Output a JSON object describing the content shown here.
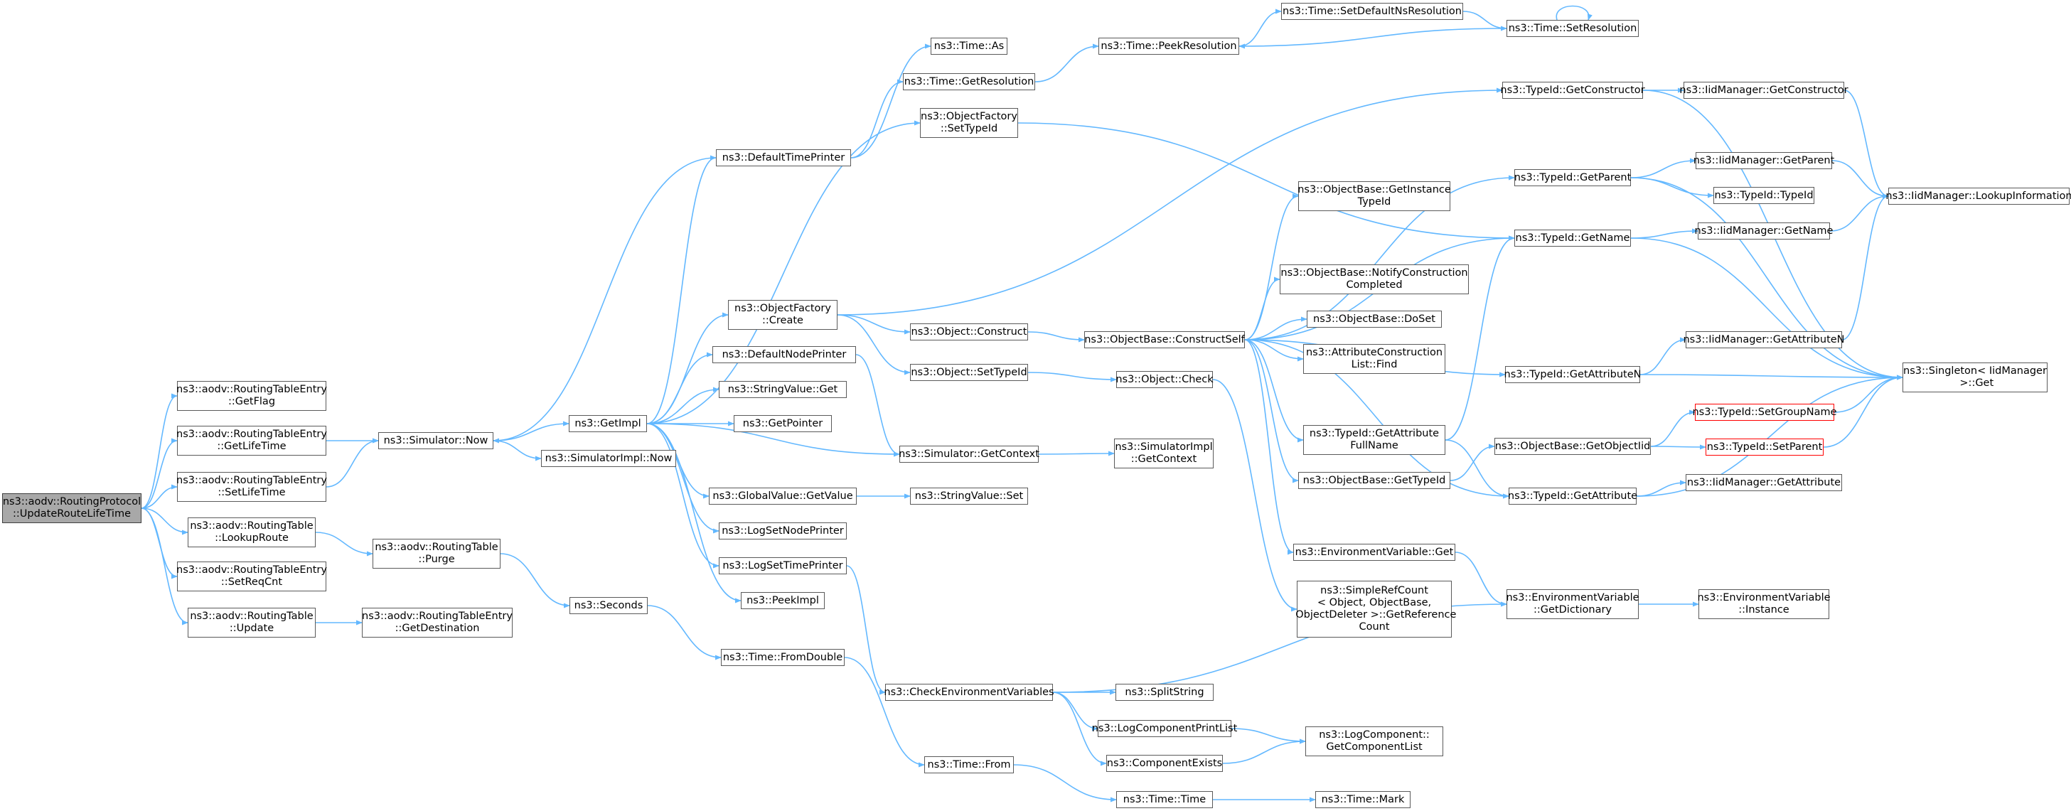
{
  "diagram": {
    "title": "",
    "edge_color": "#63b8ff",
    "node_border": "#5a5a5a",
    "truncated_border": "#ff0000",
    "root_fill": "#a8a8a8",
    "nodes": [
      {
        "id": "root",
        "label": "ns3::aodv::RoutingProtocol\n::UpdateRouteLifeTime",
        "root": true
      },
      {
        "id": "rte_getflag",
        "label": "ns3::aodv::RoutingTableEntry\n::GetFlag"
      },
      {
        "id": "rte_getlifetime",
        "label": "ns3::aodv::RoutingTableEntry\n::GetLifeTime"
      },
      {
        "id": "rte_setlifetime",
        "label": "ns3::aodv::RoutingTableEntry\n::SetLifeTime"
      },
      {
        "id": "rt_lookuproute",
        "label": "ns3::aodv::RoutingTable\n::LookupRoute"
      },
      {
        "id": "rte_setreqcnt",
        "label": "ns3::aodv::RoutingTableEntry\n::SetReqCnt"
      },
      {
        "id": "rt_update",
        "label": "ns3::aodv::RoutingTable\n::Update"
      },
      {
        "id": "sim_now",
        "label": "ns3::Simulator::Now"
      },
      {
        "id": "rt_purge",
        "label": "ns3::aodv::RoutingTable\n::Purge"
      },
      {
        "id": "rte_getdest",
        "label": "ns3::aodv::RoutingTableEntry\n::GetDestination"
      },
      {
        "id": "getimpl",
        "label": "ns3::GetImpl"
      },
      {
        "id": "simimpl_now",
        "label": "ns3::SimulatorImpl::Now"
      },
      {
        "id": "seconds",
        "label": "ns3::Seconds"
      },
      {
        "id": "default_time_printer",
        "label": "ns3::DefaultTimePrinter"
      },
      {
        "id": "of_create",
        "label": "ns3::ObjectFactory\n::Create"
      },
      {
        "id": "default_node_printer",
        "label": "ns3::DefaultNodePrinter"
      },
      {
        "id": "stringvalue_get",
        "label": "ns3::StringValue::Get"
      },
      {
        "id": "getpointer",
        "label": "ns3::GetPointer"
      },
      {
        "id": "globalvalue_getvalue",
        "label": "ns3::GlobalValue::GetValue"
      },
      {
        "id": "logsetnodeprinter",
        "label": "ns3::LogSetNodePrinter"
      },
      {
        "id": "logsettimeprinter",
        "label": "ns3::LogSetTimePrinter"
      },
      {
        "id": "peekimpl",
        "label": "ns3::PeekImpl"
      },
      {
        "id": "time_fromdouble",
        "label": "ns3::Time::FromDouble"
      },
      {
        "id": "time_as",
        "label": "ns3::Time::As"
      },
      {
        "id": "time_getresolution",
        "label": "ns3::Time::GetResolution"
      },
      {
        "id": "of_settypeid",
        "label": "ns3::ObjectFactory\n::SetTypeId"
      },
      {
        "id": "obj_construct",
        "label": "ns3::Object::Construct"
      },
      {
        "id": "obj_settypeid",
        "label": "ns3::Object::SetTypeId"
      },
      {
        "id": "sim_getcontext",
        "label": "ns3::Simulator::GetContext"
      },
      {
        "id": "stringvalue_set",
        "label": "ns3::StringValue::Set"
      },
      {
        "id": "check_env_vars",
        "label": "ns3::CheckEnvironmentVariables"
      },
      {
        "id": "time_from",
        "label": "ns3::Time::From"
      },
      {
        "id": "time_peekresolution",
        "label": "ns3::Time::PeekResolution"
      },
      {
        "id": "time_setdefaultns",
        "label": "ns3::Time::SetDefaultNsResolution"
      },
      {
        "id": "time_setresolution",
        "label": "ns3::Time::SetResolution"
      },
      {
        "id": "ob_constructself",
        "label": "ns3::ObjectBase::ConstructSelf"
      },
      {
        "id": "obj_check",
        "label": "ns3::Object::Check"
      },
      {
        "id": "simimpl_getcontext",
        "label": "ns3::SimulatorImpl\n::GetContext"
      },
      {
        "id": "splitstring",
        "label": "ns3::SplitString"
      },
      {
        "id": "logcomp_printlist",
        "label": "ns3::LogComponentPrintList"
      },
      {
        "id": "componentexists",
        "label": "ns3::ComponentExists"
      },
      {
        "id": "time_time",
        "label": "ns3::Time::Time"
      },
      {
        "id": "time_mark",
        "label": "ns3::Time::Mark"
      },
      {
        "id": "ob_getinstancetypeid",
        "label": "ns3::ObjectBase::GetInstance\nTypeId"
      },
      {
        "id": "ob_notifyconstruction",
        "label": "ns3::ObjectBase::NotifyConstruction\nCompleted"
      },
      {
        "id": "ob_doset",
        "label": "ns3::ObjectBase::DoSet"
      },
      {
        "id": "attr_construction_find",
        "label": "ns3::AttributeConstruction\nList::Find"
      },
      {
        "id": "typeid_getattrfullname",
        "label": "ns3::TypeId::GetAttribute\nFullName"
      },
      {
        "id": "ob_gettypeid",
        "label": "ns3::ObjectBase::GetTypeId"
      },
      {
        "id": "envvar_get",
        "label": "ns3::EnvironmentVariable::Get"
      },
      {
        "id": "simplerefcount",
        "label": "ns3::SimpleRefCount\n< Object, ObjectBase,\n ObjectDeleter >::GetReference\nCount"
      },
      {
        "id": "logcomp_getlist",
        "label": "ns3::LogComponent::\nGetComponentList"
      },
      {
        "id": "typeid_getconstructor",
        "label": "ns3::TypeId::GetConstructor"
      },
      {
        "id": "typeid_getparent",
        "label": "ns3::TypeId::GetParent"
      },
      {
        "id": "typeid_getname",
        "label": "ns3::TypeId::GetName"
      },
      {
        "id": "typeid_getattributen",
        "label": "ns3::TypeId::GetAttributeN"
      },
      {
        "id": "ob_getobjectiid",
        "label": "ns3::ObjectBase::GetObjectIid"
      },
      {
        "id": "typeid_getattribute",
        "label": "ns3::TypeId::GetAttribute"
      },
      {
        "id": "envvar_getdictionary",
        "label": "ns3::EnvironmentVariable\n::GetDictionary"
      },
      {
        "id": "iidm_getconstructor",
        "label": "ns3::IidManager::GetConstructor"
      },
      {
        "id": "iidm_getparent",
        "label": "ns3::IidManager::GetParent"
      },
      {
        "id": "typeid_typeid",
        "label": "ns3::TypeId::TypeId"
      },
      {
        "id": "iidm_getname",
        "label": "ns3::IidManager::GetName"
      },
      {
        "id": "iidm_getattributen",
        "label": "ns3::IidManager::GetAttributeN"
      },
      {
        "id": "typeid_setgroupname",
        "label": "ns3::TypeId::SetGroupName",
        "truncated": true
      },
      {
        "id": "typeid_setparent",
        "label": "ns3::TypeId::SetParent",
        "truncated": true
      },
      {
        "id": "iidm_getattribute",
        "label": "ns3::IidManager::GetAttribute"
      },
      {
        "id": "envvar_instance",
        "label": "ns3::EnvironmentVariable\n::Instance"
      },
      {
        "id": "iidm_lookupinformation",
        "label": "ns3::IidManager::LookupInformation"
      },
      {
        "id": "singleton_get",
        "label": "ns3::Singleton< IidManager\n >::Get"
      }
    ],
    "edges": [
      [
        "root",
        "rte_getflag"
      ],
      [
        "root",
        "rte_getlifetime"
      ],
      [
        "root",
        "rte_setlifetime"
      ],
      [
        "root",
        "rt_lookuproute"
      ],
      [
        "root",
        "rte_setreqcnt"
      ],
      [
        "root",
        "rt_update"
      ],
      [
        "rte_getlifetime",
        "sim_now"
      ],
      [
        "rte_setlifetime",
        "sim_now"
      ],
      [
        "rt_lookuproute",
        "rt_purge"
      ],
      [
        "rt_update",
        "rte_getdest"
      ],
      [
        "sim_now",
        "getimpl"
      ],
      [
        "sim_now",
        "simimpl_now"
      ],
      [
        "rt_purge",
        "seconds"
      ],
      [
        "seconds",
        "time_fromdouble"
      ],
      [
        "getimpl",
        "default_time_printer"
      ],
      [
        "getimpl",
        "of_create"
      ],
      [
        "getimpl",
        "of_settypeid"
      ],
      [
        "getimpl",
        "default_node_printer"
      ],
      [
        "getimpl",
        "stringvalue_get"
      ],
      [
        "getimpl",
        "getpointer"
      ],
      [
        "getimpl",
        "sim_getcontext"
      ],
      [
        "getimpl",
        "globalvalue_getvalue"
      ],
      [
        "getimpl",
        "logsetnodeprinter"
      ],
      [
        "getimpl",
        "logsettimeprinter"
      ],
      [
        "getimpl",
        "peekimpl"
      ],
      [
        "default_time_printer",
        "sim_now"
      ],
      [
        "default_time_printer",
        "time_as"
      ],
      [
        "default_time_printer",
        "time_getresolution"
      ],
      [
        "time_getresolution",
        "time_peekresolution"
      ],
      [
        "time_peekresolution",
        "time_setdefaultns"
      ],
      [
        "time_setdefaultns",
        "time_setresolution"
      ],
      [
        "time_setresolution",
        "time_peekresolution"
      ],
      [
        "time_setresolution",
        "time_setresolution"
      ],
      [
        "of_settypeid",
        "typeid_getname"
      ],
      [
        "of_create",
        "typeid_getconstructor"
      ],
      [
        "of_create",
        "obj_construct"
      ],
      [
        "of_create",
        "obj_settypeid"
      ],
      [
        "default_node_printer",
        "sim_getcontext"
      ],
      [
        "globalvalue_getvalue",
        "stringvalue_set"
      ],
      [
        "logsettimeprinter",
        "check_env_vars"
      ],
      [
        "time_fromdouble",
        "time_from"
      ],
      [
        "time_from",
        "time_time"
      ],
      [
        "time_time",
        "time_mark"
      ],
      [
        "obj_construct",
        "ob_constructself"
      ],
      [
        "obj_settypeid",
        "obj_check"
      ],
      [
        "sim_getcontext",
        "simimpl_getcontext"
      ],
      [
        "obj_check",
        "simplerefcount"
      ],
      [
        "check_env_vars",
        "splitstring"
      ],
      [
        "check_env_vars",
        "logcomp_printlist"
      ],
      [
        "check_env_vars",
        "componentexists"
      ],
      [
        "check_env_vars",
        "envvar_getdictionary"
      ],
      [
        "logcomp_printlist",
        "logcomp_getlist"
      ],
      [
        "componentexists",
        "logcomp_getlist"
      ],
      [
        "ob_constructself",
        "ob_getinstancetypeid"
      ],
      [
        "ob_constructself",
        "ob_notifyconstruction"
      ],
      [
        "ob_constructself",
        "ob_doset"
      ],
      [
        "ob_constructself",
        "attr_construction_find"
      ],
      [
        "ob_constructself",
        "typeid_getattrfullname"
      ],
      [
        "ob_constructself",
        "ob_gettypeid"
      ],
      [
        "ob_constructself",
        "envvar_get"
      ],
      [
        "ob_constructself",
        "typeid_getparent"
      ],
      [
        "ob_constructself",
        "typeid_getname"
      ],
      [
        "ob_constructself",
        "typeid_getattributen"
      ],
      [
        "ob_constructself",
        "typeid_getattribute"
      ],
      [
        "typeid_getattrfullname",
        "typeid_getname"
      ],
      [
        "typeid_getattrfullname",
        "typeid_getattribute"
      ],
      [
        "ob_gettypeid",
        "ob_getobjectiid"
      ],
      [
        "envvar_get",
        "envvar_getdictionary"
      ],
      [
        "envvar_getdictionary",
        "envvar_instance"
      ],
      [
        "typeid_getconstructor",
        "iidm_getconstructor"
      ],
      [
        "typeid_getconstructor",
        "singleton_get"
      ],
      [
        "typeid_getparent",
        "iidm_getparent"
      ],
      [
        "typeid_getparent",
        "typeid_typeid"
      ],
      [
        "typeid_getparent",
        "singleton_get"
      ],
      [
        "typeid_getname",
        "iidm_getname"
      ],
      [
        "typeid_getname",
        "singleton_get"
      ],
      [
        "typeid_getattributen",
        "iidm_getattributen"
      ],
      [
        "typeid_getattributen",
        "singleton_get"
      ],
      [
        "ob_getobjectiid",
        "typeid_setgroupname"
      ],
      [
        "ob_getobjectiid",
        "typeid_setparent"
      ],
      [
        "typeid_getattribute",
        "iidm_getattribute"
      ],
      [
        "typeid_getattribute",
        "singleton_get"
      ],
      [
        "typeid_setgroupname",
        "singleton_get"
      ],
      [
        "typeid_setparent",
        "singleton_get"
      ],
      [
        "iidm_getconstructor",
        "iidm_lookupinformation"
      ],
      [
        "iidm_getparent",
        "iidm_lookupinformation"
      ],
      [
        "iidm_getname",
        "iidm_lookupinformation"
      ],
      [
        "iidm_getattributen",
        "iidm_lookupinformation"
      ]
    ]
  }
}
